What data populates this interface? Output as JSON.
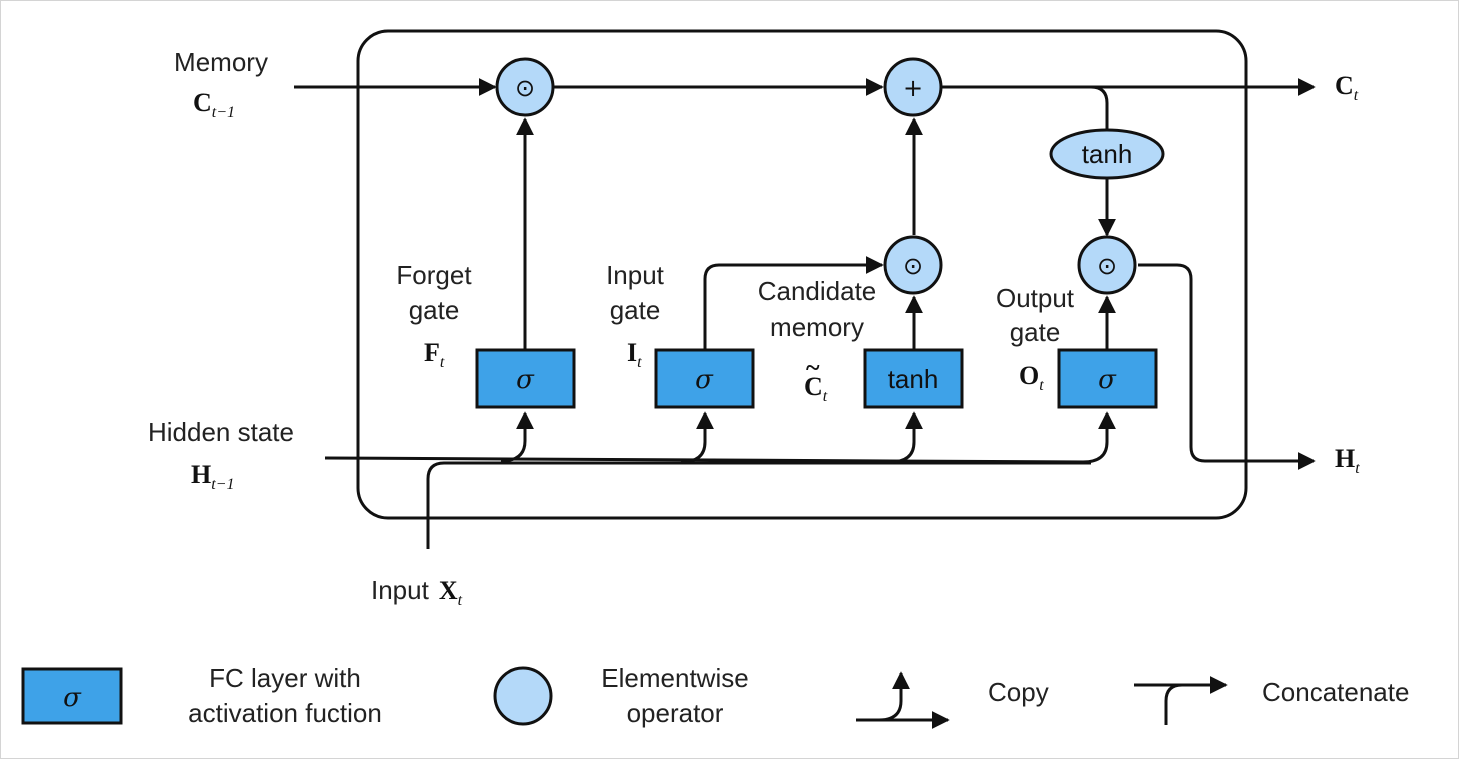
{
  "io": {
    "memory_in": {
      "text": "Memory",
      "symbol": "C",
      "subscript": "t−1"
    },
    "hidden_in": {
      "text": "Hidden state",
      "symbol": "H",
      "subscript": "t−1"
    },
    "input": {
      "text": "Input",
      "symbol": "X",
      "subscript": "t"
    },
    "memory_out": {
      "symbol": "C",
      "subscript": "t"
    },
    "hidden_out": {
      "symbol": "H",
      "subscript": "t"
    }
  },
  "gates": {
    "forget": {
      "line1": "Forget",
      "line2": "gate",
      "symbol": "F",
      "subscript": "t",
      "op": "σ"
    },
    "input": {
      "line1": "Input",
      "line2": "gate",
      "symbol": "I",
      "subscript": "t",
      "op": "σ"
    },
    "candidate": {
      "line1": "Candidate",
      "line2": "memory",
      "symbol": "C",
      "tilde": "~",
      "subscript": "t",
      "op": "tanh"
    },
    "output": {
      "line1": "Output",
      "line2": "gate",
      "symbol": "O",
      "subscript": "t",
      "op": "σ"
    }
  },
  "operators": {
    "multiply": "⊙",
    "add": "+",
    "tanh": "tanh"
  },
  "legend": {
    "fc_symbol": "σ",
    "fc_line1": "FC layer with",
    "fc_line2": "activation fuction",
    "op_line1": "Elementwise",
    "op_line2": "operator",
    "copy": "Copy",
    "concatenate": "Concatenate"
  },
  "colors": {
    "box_fill": "#3ea2e8",
    "circle_fill": "#b4d9f9",
    "stroke": "#111111",
    "text": "#222222"
  }
}
